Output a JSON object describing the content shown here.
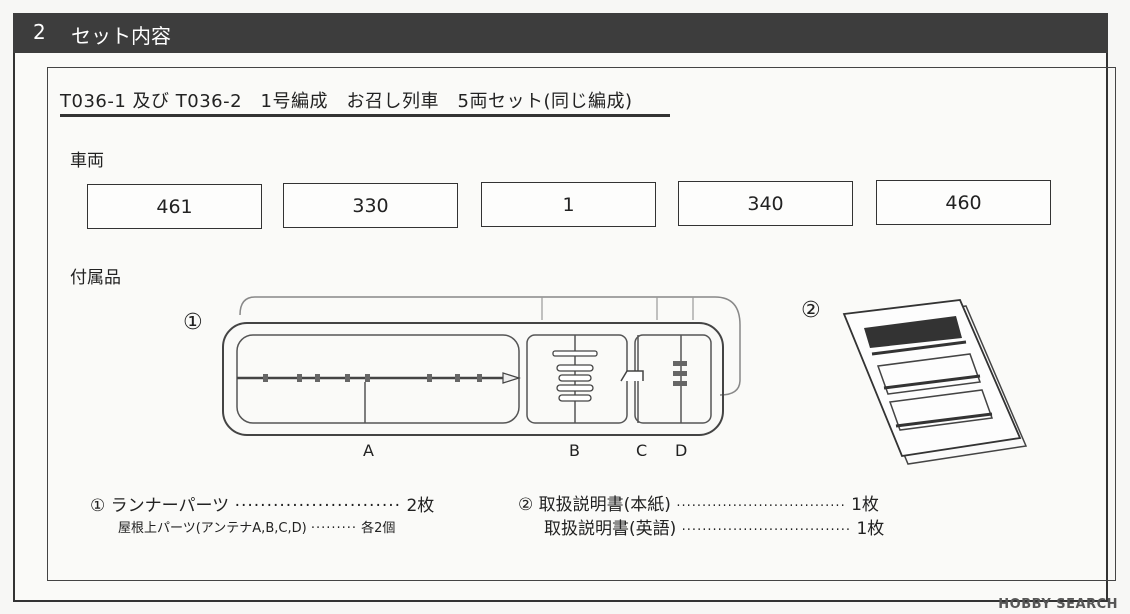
{
  "section": {
    "number": "2",
    "title": "セット内容"
  },
  "set_title": "T036-1 及び T036-2　1号編成　お召し列車　5両セット(同じ編成)",
  "vehicles": {
    "label": "車両",
    "cars": [
      "461",
      "330",
      "1",
      "340",
      "460"
    ]
  },
  "accessories": {
    "label": "付属品",
    "item1_mark": "①",
    "item2_mark": "②",
    "runner_letters": [
      "A",
      "B",
      "C",
      "D"
    ]
  },
  "contents_list": {
    "left": [
      {
        "mark": "①",
        "name": "ランナーパーツ",
        "dots": "··························",
        "qty": "2枚"
      },
      {
        "mark": "",
        "name": "屋根上パーツ(アンテナA,B,C,D)",
        "dots": "·········",
        "qty": "各2個"
      }
    ],
    "right": [
      {
        "mark": "②",
        "name": "取扱説明書(本紙)",
        "dots": "·································",
        "qty": "1枚"
      },
      {
        "mark": "",
        "name": "取扱説明書(英語)",
        "dots": "·································",
        "qty": "1枚"
      }
    ]
  },
  "watermark": "HOBBY SEARCH"
}
